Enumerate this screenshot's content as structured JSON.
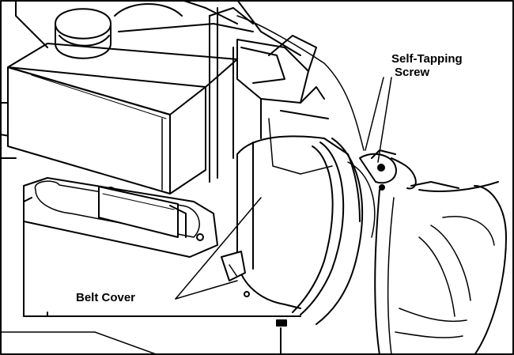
{
  "diagram": {
    "callouts": {
      "screw_line1": "Self-Tapping",
      "screw_line2": "Screw",
      "belt_cover": "Belt Cover"
    },
    "colors": {
      "ink": "#000000",
      "paper": "#ffffff"
    }
  }
}
